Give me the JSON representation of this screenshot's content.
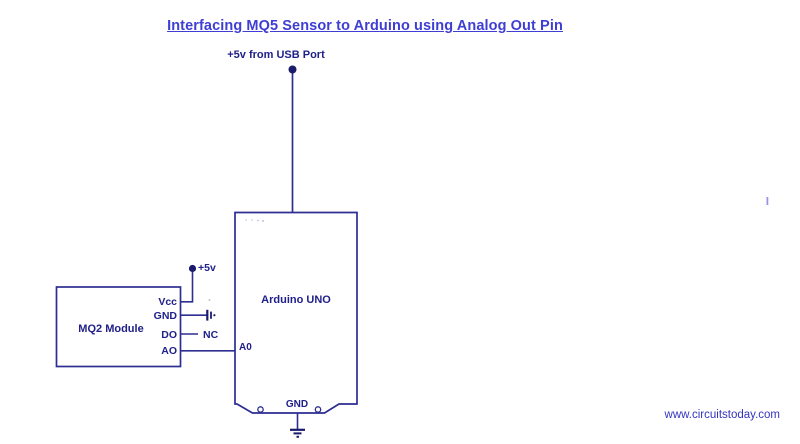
{
  "page": {
    "title": "Interfacing MQ5 Sensor to Arduino using Analog Out Pin",
    "website": "www.circuitstoday.com"
  },
  "labels": {
    "usb_power": "+5v from USB Port",
    "vcc_net": "+5v",
    "nc": "NC"
  },
  "arduino": {
    "name": "Arduino UNO",
    "analog_pin": "A0",
    "ground_pin": "GND"
  },
  "mq2": {
    "name": "MQ2 Module",
    "pins": [
      "Vcc",
      "GND",
      "DO",
      "AO"
    ]
  },
  "colors": {
    "wire": "#2d2d92",
    "label_text": "#20208a",
    "title_text": "#3e3ed4",
    "website_text": "#3434c0",
    "junction_dot": "#1b1b6e"
  }
}
